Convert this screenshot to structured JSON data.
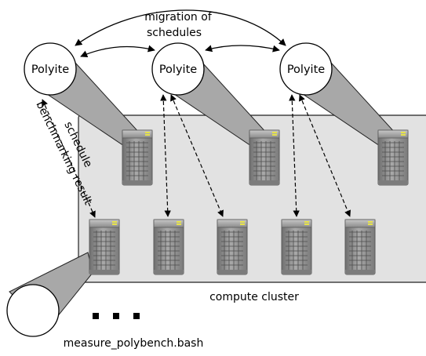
{
  "diagram": {
    "migration_label": [
      "migration of",
      "schedules"
    ],
    "polyite_nodes": [
      "Polyite",
      "Polyite",
      "Polyite"
    ],
    "schedule_label": "schedule",
    "benchmark_label": "benchmarking result",
    "cluster_label": "compute cluster",
    "ellipsis": "...",
    "script_label": "measure_polybench.bash",
    "colors": {
      "cluster_fill": "#e2e2e2",
      "cone_fill": "#a8a8a8",
      "server_body": "#8e8e8e",
      "server_led": "#e6e24a"
    }
  }
}
